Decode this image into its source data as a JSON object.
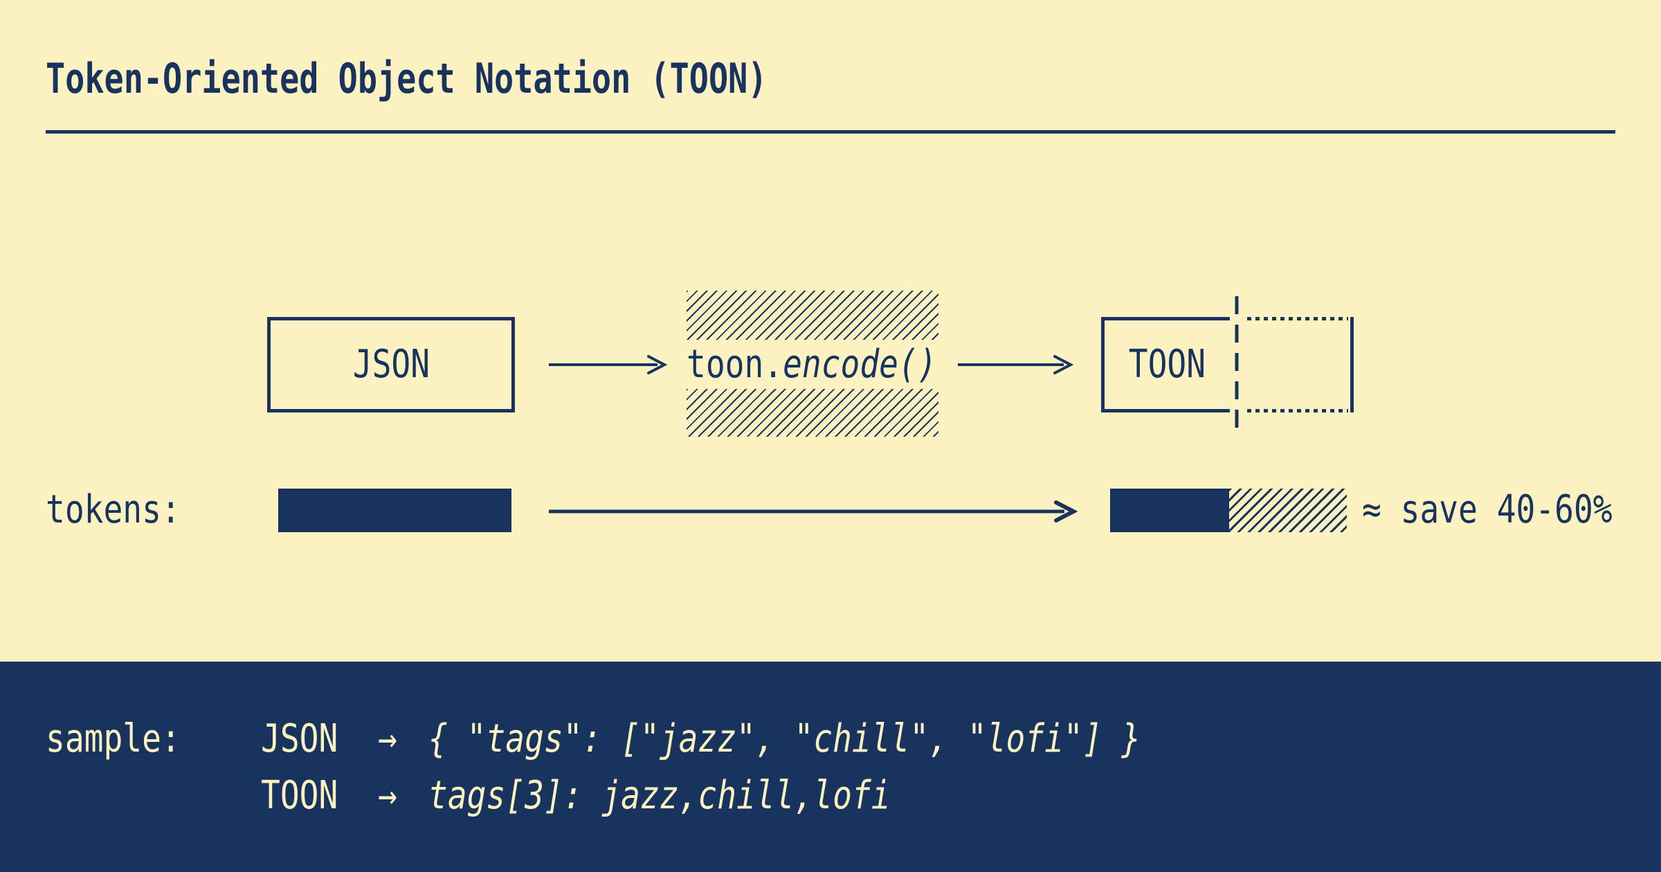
{
  "palette": {
    "background": "#FBF1C1",
    "ink": "#17335E"
  },
  "header": {
    "title": "Token-Oriented Object Notation (TOON)"
  },
  "flow": {
    "input_label": "JSON",
    "encode_prefix": "toon.",
    "encode_suffix": "encode()",
    "output_label": "TOON"
  },
  "tokens_row": {
    "label": "tokens:",
    "savings": "≈ save 40-60%"
  },
  "sample": {
    "label": "sample:",
    "rows": [
      {
        "format": "JSON",
        "arrow": "→",
        "content": "{ \"tags\": [\"jazz\", \"chill\", \"lofi\"] }"
      },
      {
        "format": "TOON",
        "arrow": "→",
        "content": "tags[3]: jazz,chill,lofi"
      }
    ]
  }
}
